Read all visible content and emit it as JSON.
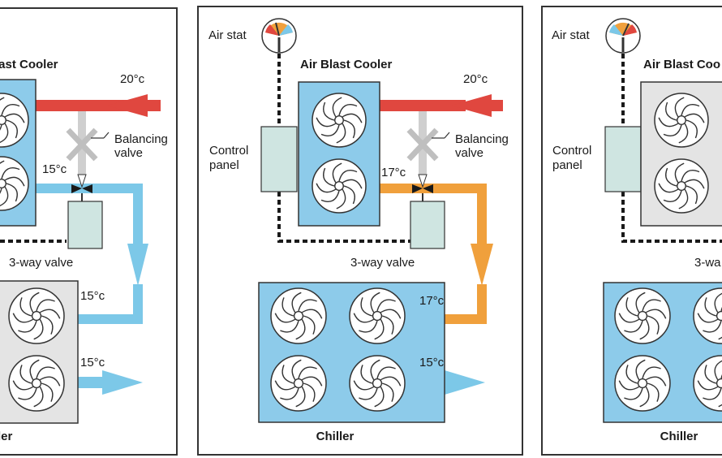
{
  "colors": {
    "hot_pipe": "#e0473f",
    "cool_pipe": "#7cc8e8",
    "warm_pipe": "#f0a03c",
    "unit_blue": "#8dcbea",
    "unit_grey": "#e4e4e4",
    "panel_green": "#cfe5e1",
    "valve_grey": "#bfbfbf",
    "dash": "#1a1a1a",
    "border": "#333333"
  },
  "labels": {
    "air_blast_cooler": "Air Blast Cooler",
    "air_blast_cooler_left_cropped": "last Cooler",
    "air_blast_cooler_right_cropped": "Air Blast Coo",
    "chiller": "Chiller",
    "chiller_left_cropped": "ler",
    "air_stat": "Air stat",
    "control_panel_line1": "Control",
    "control_panel_line2": "panel",
    "balancing_line1": "Balancing",
    "balancing_line2": "valve",
    "three_way_valve": "3-way valve",
    "three_way_valve_right_cropped": "3-wa"
  },
  "temps": {
    "left_supply": "20°c",
    "left_valve_out": "15°c",
    "left_chiller_in": "15°c",
    "left_chiller_out": "15°c",
    "mid_supply": "20°c",
    "mid_valve_out": "17°c",
    "mid_chiller_in": "17°c",
    "mid_chiller_out": "15°c"
  }
}
